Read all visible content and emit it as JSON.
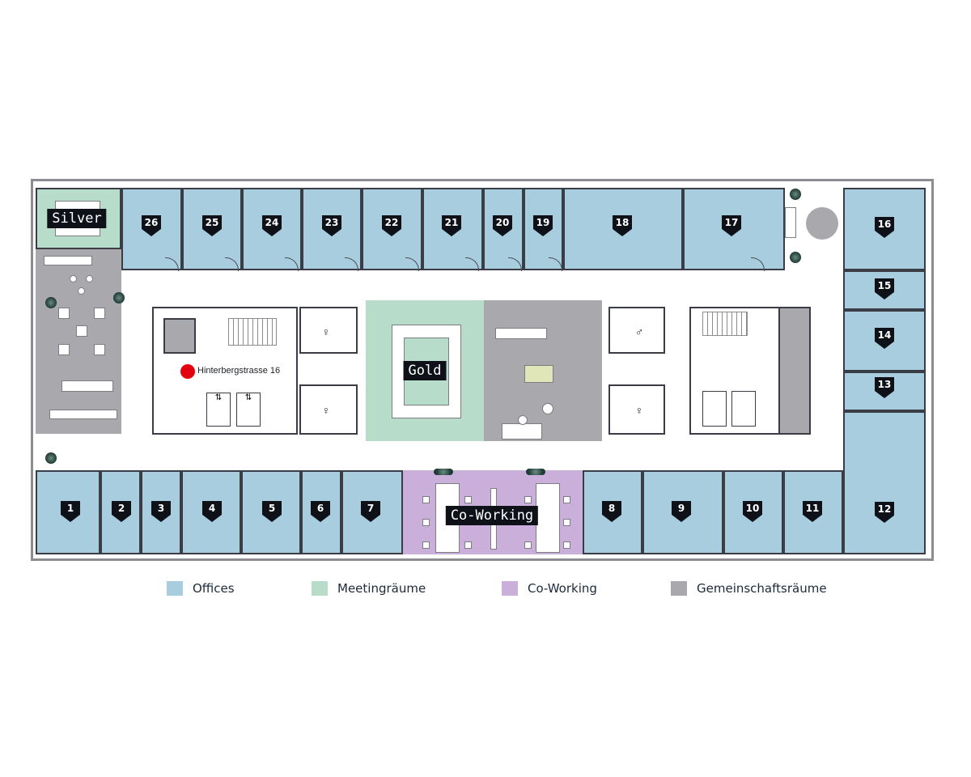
{
  "floorplan": {
    "address_marker": {
      "label": "Hinterbergstrasse 16",
      "color": "#e3000f"
    },
    "named_rooms": {
      "silver": "Silver",
      "gold": "Gold",
      "coworking": "Co-Working"
    },
    "offices_top": [
      "26",
      "25",
      "24",
      "23",
      "22",
      "21",
      "20",
      "19",
      "18",
      "17"
    ],
    "offices_right": [
      "16",
      "15",
      "14",
      "13",
      "12"
    ],
    "offices_bottom": [
      "1",
      "2",
      "3",
      "4",
      "5",
      "6",
      "7",
      "8",
      "9",
      "10",
      "11"
    ]
  },
  "legend": {
    "items": [
      {
        "label": "Offices",
        "color": "#a8cddf"
      },
      {
        "label": "Meetingräume",
        "color": "#b7dcc9"
      },
      {
        "label": "Co-Working",
        "color": "#c9afd9"
      },
      {
        "label": "Gemeinschaftsräume",
        "color": "#a9a9ad"
      }
    ]
  }
}
